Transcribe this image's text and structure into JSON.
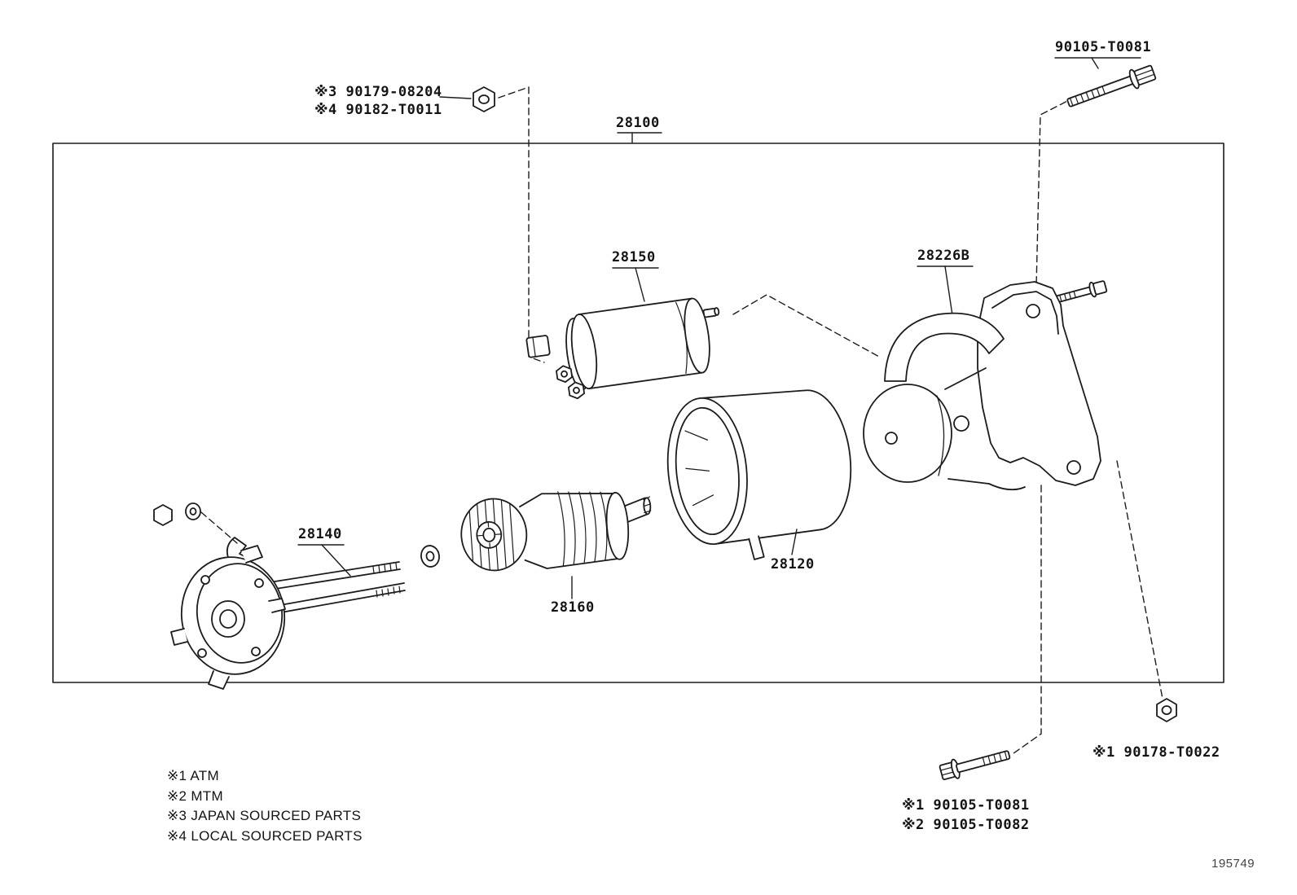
{
  "part_labels": {
    "bolt_top": "90105-T0081",
    "nut_top_line1": "※3 90179-08204",
    "nut_top_line2": "※4 90182-T0011",
    "assembly": "28100",
    "magnet_switch": "28150",
    "drive_housing": "28226B",
    "through_bolt": "28140",
    "clutch_sub": "28160",
    "yoke": "28120",
    "nut_bottom": "※1 90178-T0022",
    "bolt_bottom_line1": "※1 90105-T0081",
    "bolt_bottom_line2": "※2 90105-T0082"
  },
  "legend": {
    "items": [
      "※1 ATM",
      "※2 MTM",
      "※3 JAPAN SOURCED PARTS",
      "※4 LOCAL SOURCED PARTS"
    ]
  },
  "footer": {
    "doc_number": "195749"
  }
}
